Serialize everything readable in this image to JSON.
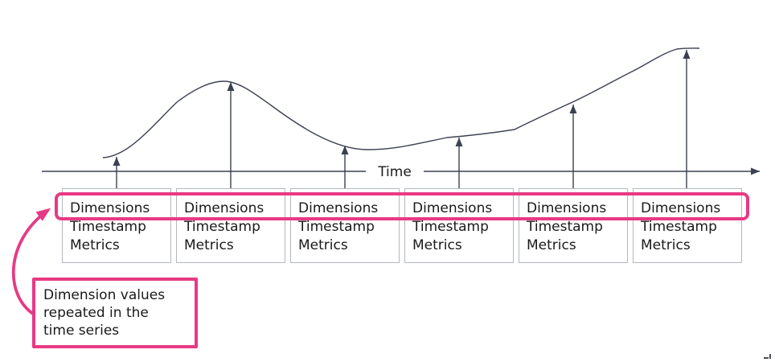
{
  "axis": {
    "label": "Time"
  },
  "boxes": [
    {
      "dimensions": "Dimensions",
      "timestamp": "Timestamp",
      "metrics": "Metrics"
    },
    {
      "dimensions": "Dimensions",
      "timestamp": "Timestamp",
      "metrics": "Metrics"
    },
    {
      "dimensions": "Dimensions",
      "timestamp": "Timestamp",
      "metrics": "Metrics"
    },
    {
      "dimensions": "Dimensions",
      "timestamp": "Timestamp",
      "metrics": "Metrics"
    },
    {
      "dimensions": "Dimensions",
      "timestamp": "Timestamp",
      "metrics": "Metrics"
    },
    {
      "dimensions": "Dimensions",
      "timestamp": "Timestamp",
      "metrics": "Metrics"
    }
  ],
  "callout": {
    "text": "Dimension values\nrepeated in the\ntime series"
  },
  "colors": {
    "accent_pink": "#e73a84",
    "line_dark": "#3b4150",
    "box_border": "#b3b9bf",
    "text": "#1a1a1a"
  }
}
